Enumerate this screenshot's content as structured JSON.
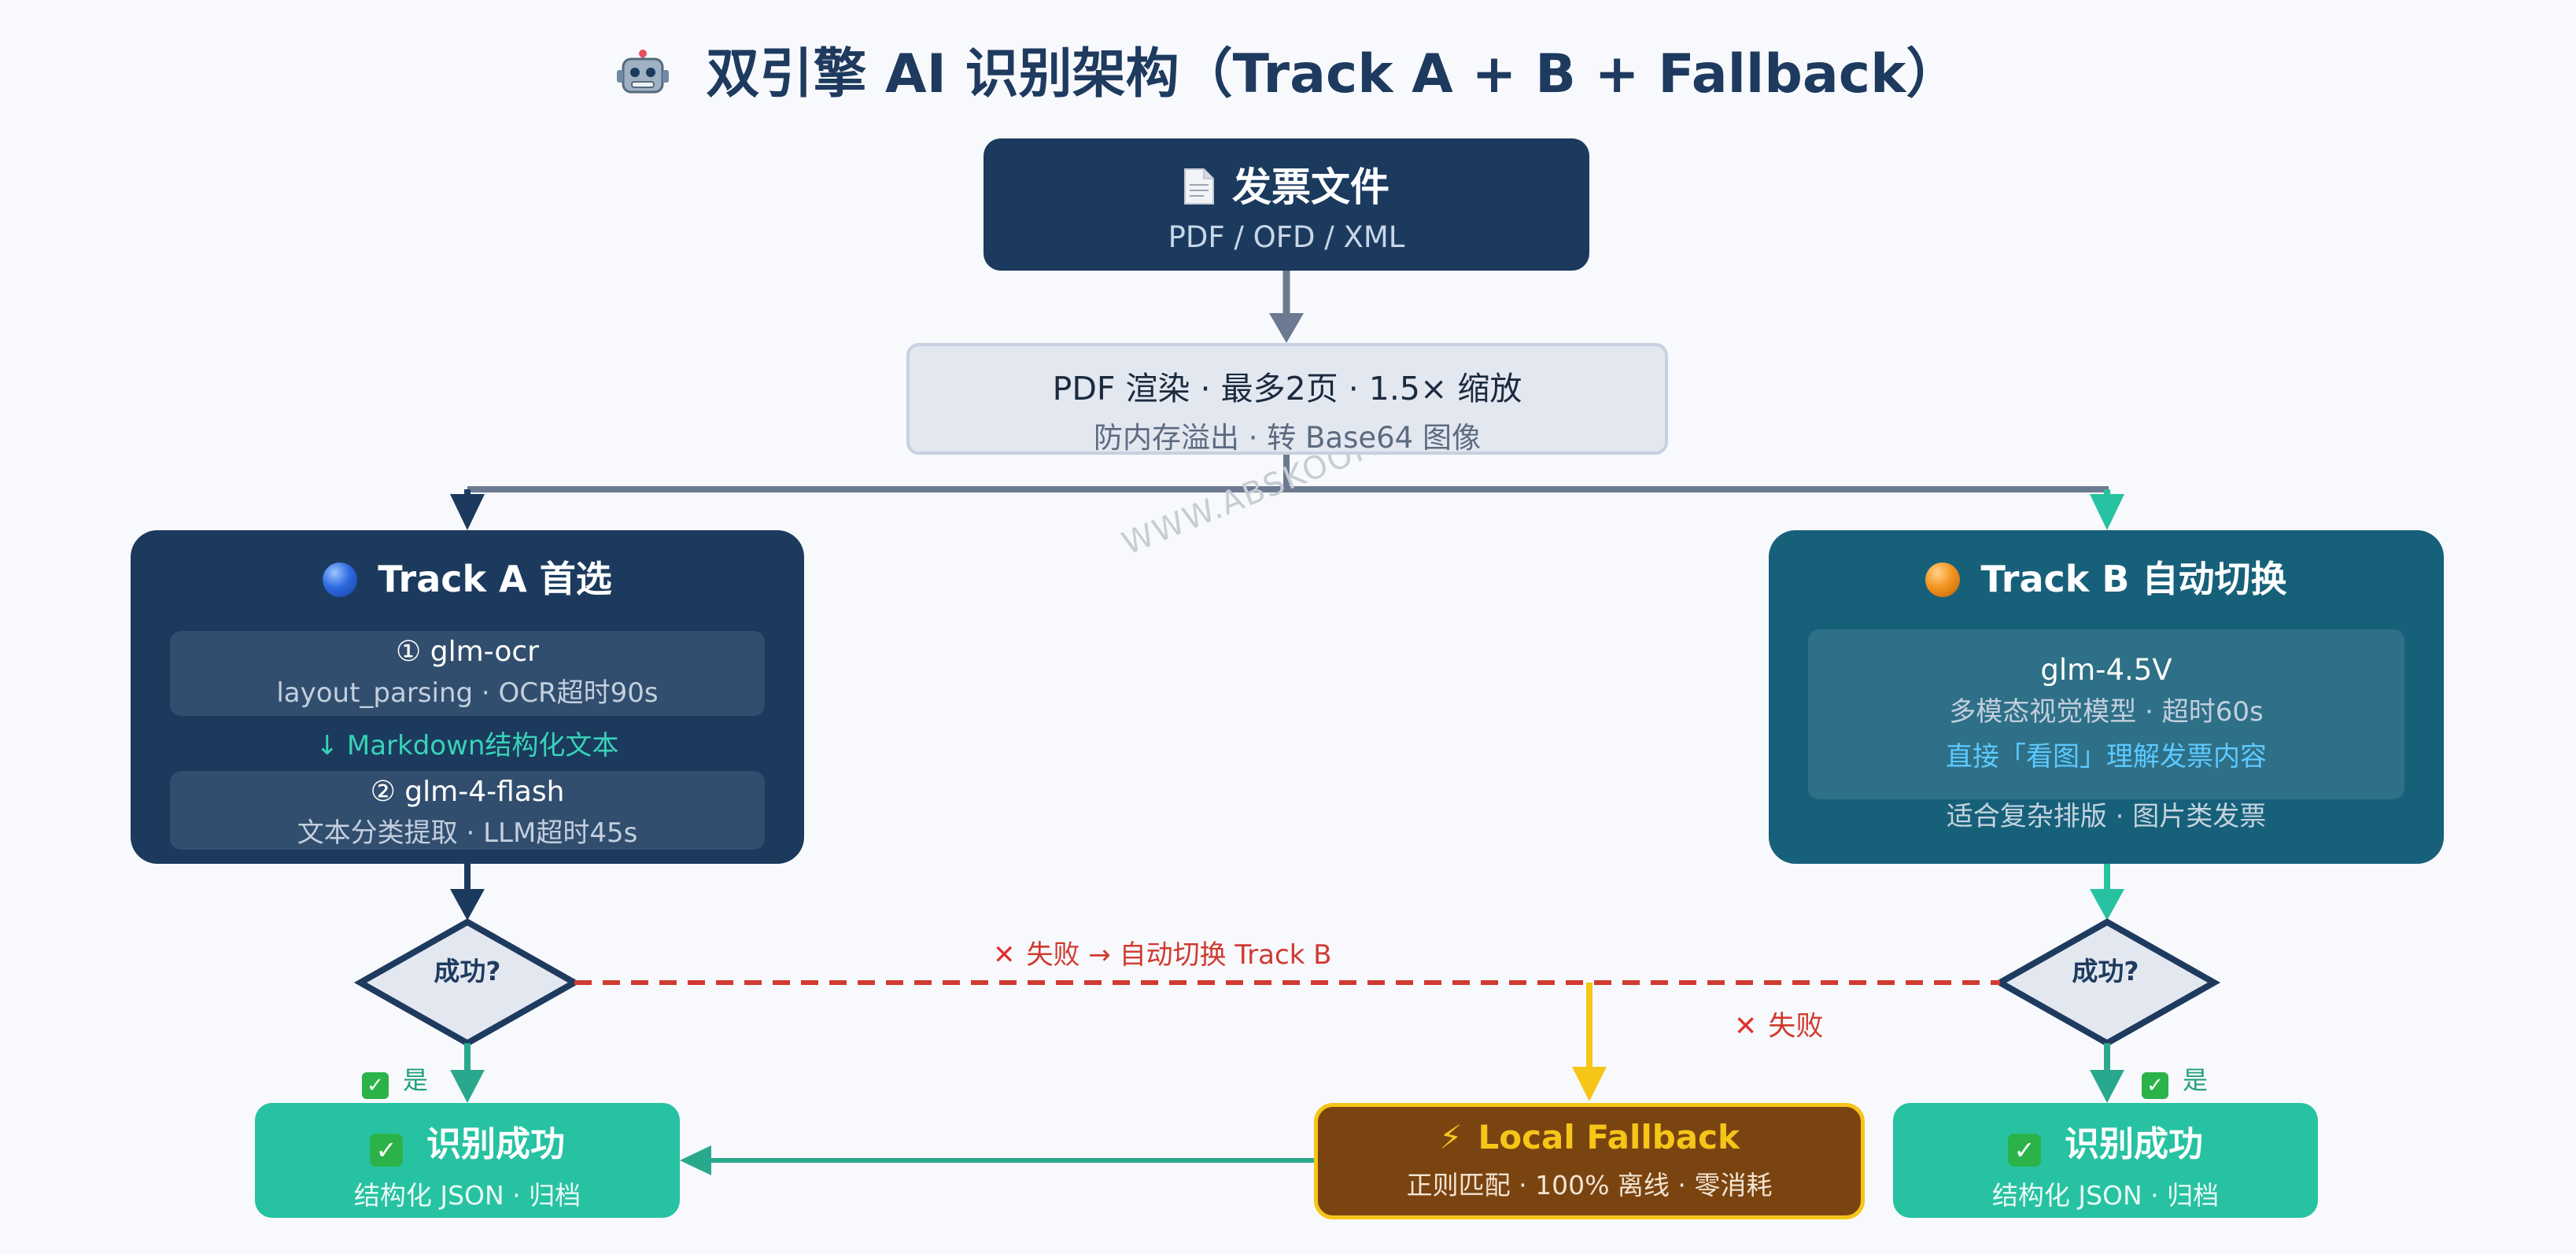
{
  "title": "双引擎 AI 识别架构（Track A + B + Fallback）",
  "title_icon": "robot-icon",
  "watermark": "WWW.ABSKOOP.COM",
  "nodes": {
    "invoice": {
      "icon": "document-icon",
      "title": "发票文件",
      "subtitle": "PDF / OFD / XML"
    },
    "render": {
      "title": "PDF 渲染 · 最多2页 · 1.5× 缩放",
      "subtitle": "防内存溢出 · 转 Base64 图像"
    },
    "track_a": {
      "icon": "blue-circle-icon",
      "title": "Track A 首选",
      "step1_title": "① glm-ocr",
      "step1_detail": "layout_parsing · OCR超时90s",
      "middle": "↓ Markdown结构化文本",
      "step2_title": "② glm-4-flash",
      "step2_detail": "文本分类提取 · LLM超时45s"
    },
    "track_b": {
      "icon": "orange-circle-icon",
      "title": "Track B 自动切换",
      "model": "glm-4.5V",
      "model_detail": "多模态视觉模型 · 超时60s",
      "highlight": "直接「看图」理解发票内容",
      "footer": "适合复杂排版 · 图片类发票"
    },
    "decision_left": "成功?",
    "decision_right": "成功?",
    "success_left": {
      "title": "识别成功",
      "subtitle": "结构化 JSON · 归档"
    },
    "success_right": {
      "title": "识别成功",
      "subtitle": "结构化 JSON · 归档"
    },
    "fallback": {
      "icon": "lightning-icon",
      "title": "Local Fallback",
      "subtitle": "正则匹配 · 100% 离线 · 零消耗"
    }
  },
  "edge_labels": {
    "fail_switch": "失败 → 自动切换 Track B",
    "fail": "失败",
    "yes_left": "是",
    "yes_right": "是"
  },
  "colors": {
    "navy": "#1b3a5e",
    "teal": "#17607a",
    "green": "#27c2a2",
    "fallback_bg": "#7a4411",
    "fallback_border": "#f5c518",
    "fail_red": "#d03a30",
    "connector_gray": "#6b7a90"
  }
}
